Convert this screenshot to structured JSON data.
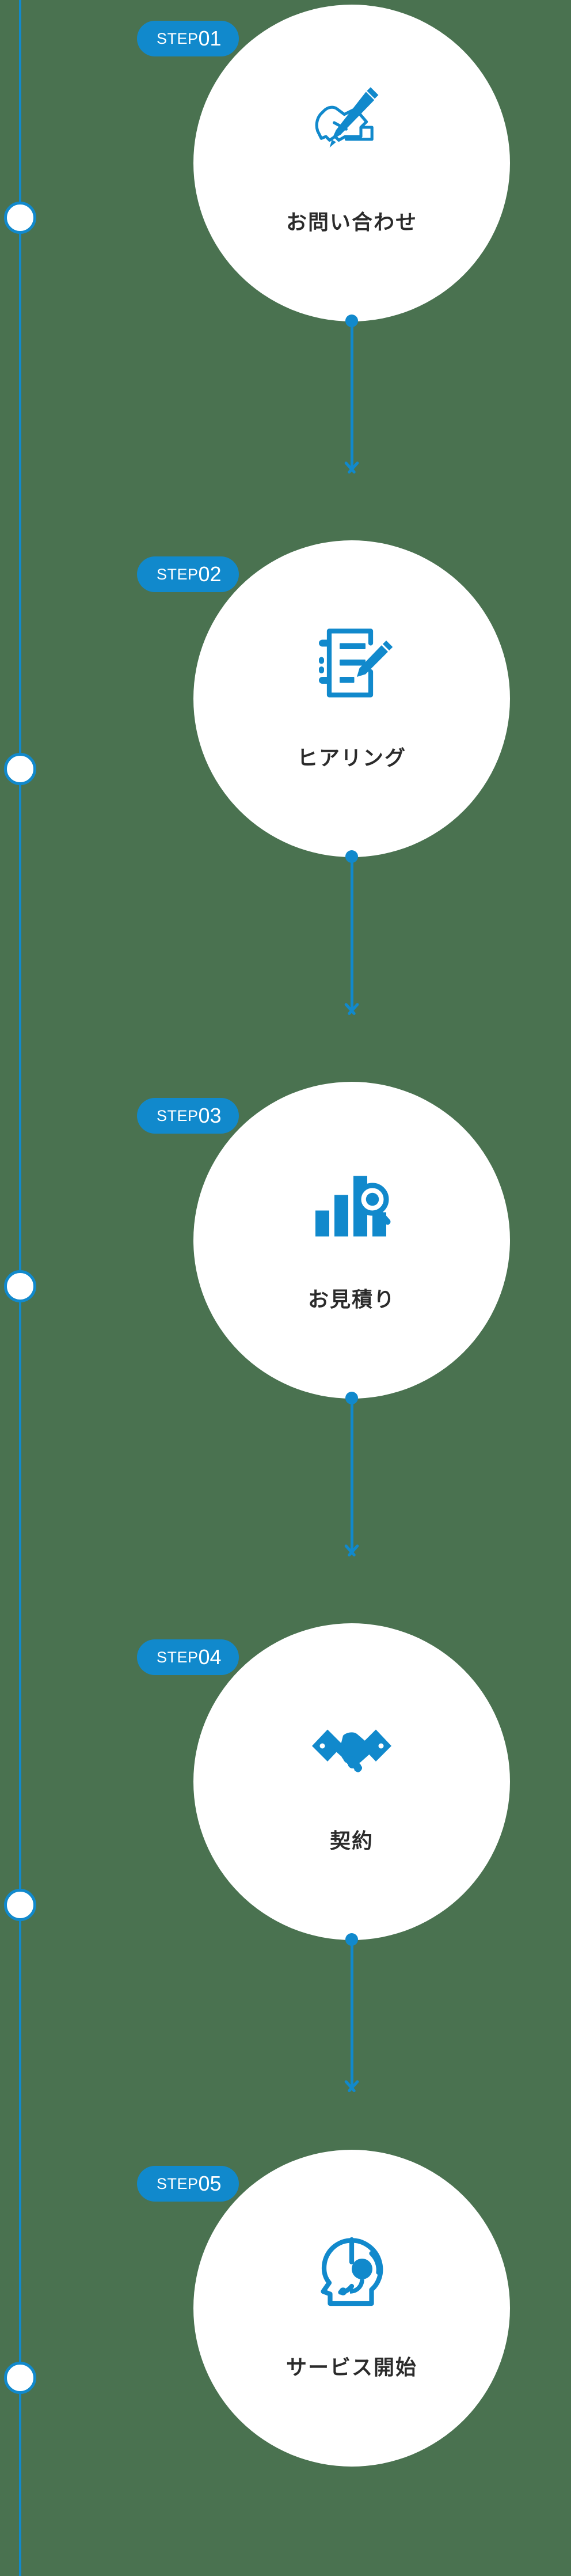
{
  "theme": {
    "background": "#4a7250",
    "accent": "#1189cc",
    "circle_fill": "#ffffff",
    "label_color": "#2b2b2b",
    "badge_text_color": "#ffffff"
  },
  "rail": {
    "line_color": "#1189cc",
    "dot_fill": "#ffffff",
    "dot_ring": "#1189cc",
    "dot_count": 5
  },
  "flow": {
    "badge_word": "STEP",
    "steps": [
      {
        "number": "01",
        "badge_word": "STEP",
        "label": "お問い合わせ",
        "icon": "hand-writing-pen-icon"
      },
      {
        "number": "02",
        "badge_word": "STEP",
        "label": "ヒアリング",
        "icon": "document-pencil-icon"
      },
      {
        "number": "03",
        "badge_word": "STEP",
        "label": "お見積り",
        "icon": "bar-chart-magnifier-icon"
      },
      {
        "number": "04",
        "badge_word": "STEP",
        "label": "契約",
        "icon": "handshake-icon"
      },
      {
        "number": "05",
        "badge_word": "STEP",
        "label": "サービス開始",
        "icon": "headset-operator-icon"
      }
    ],
    "connectors": [
      {
        "from": "01",
        "to": "02"
      },
      {
        "from": "02",
        "to": "03"
      },
      {
        "from": "03",
        "to": "04"
      },
      {
        "from": "04",
        "to": "05"
      }
    ]
  }
}
